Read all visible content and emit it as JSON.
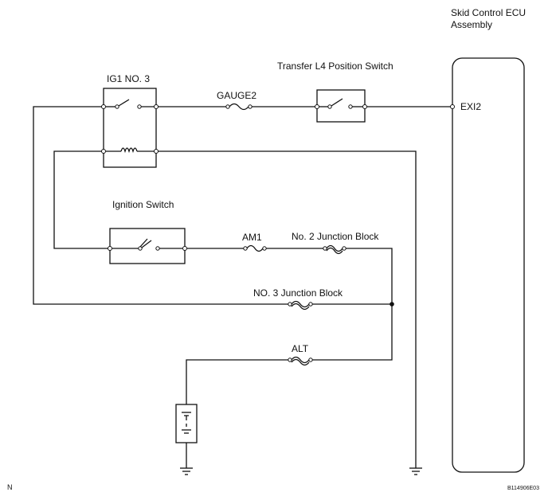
{
  "labels": {
    "ecu_title_line1": "Skid Control ECU",
    "ecu_title_line2": "Assembly",
    "ecu_pin": "EXI2",
    "transfer_switch": "Transfer L4 Position Switch",
    "ig1_relay": "IG1 NO. 3",
    "gauge_fuse": "GAUGE2",
    "ignition_switch": "Ignition Switch",
    "am1_fuse": "AM1",
    "junction_block_2": "No. 2 Junction Block",
    "junction_block_3": "NO. 3 Junction Block",
    "alt_fuse": "ALT",
    "corner_left": "N",
    "figure_code": "B114906E03"
  }
}
